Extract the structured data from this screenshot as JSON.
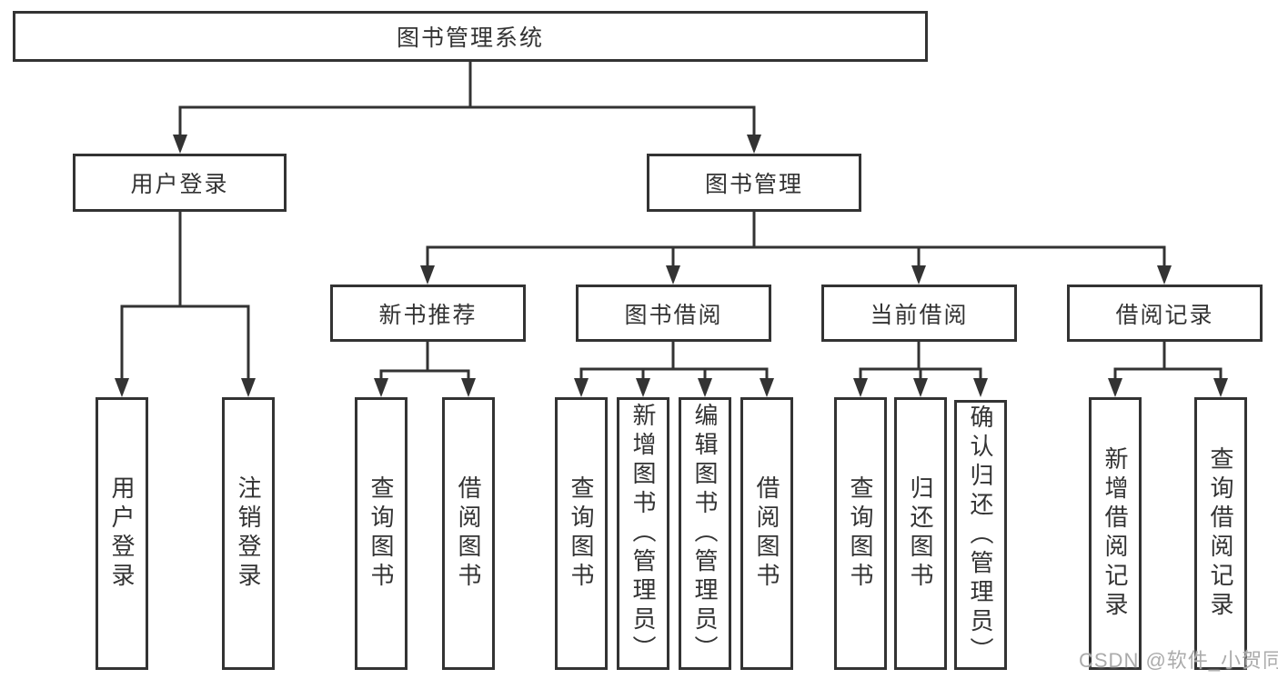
{
  "title": "图书管理系统",
  "tree": {
    "root": {
      "label": "图书管理系统"
    },
    "branches": [
      {
        "label": "用户登录",
        "children": [
          {
            "label": "用户登录"
          },
          {
            "label": "注销登录"
          }
        ]
      },
      {
        "label": "图书管理",
        "children": [
          {
            "label": "新书推荐",
            "children": [
              {
                "label": "查询图书"
              },
              {
                "label": "借阅图书"
              }
            ]
          },
          {
            "label": "图书借阅",
            "children": [
              {
                "label": "查询图书"
              },
              {
                "label": "新增图书（管理员）"
              },
              {
                "label": "编辑图书（管理员）"
              },
              {
                "label": "借阅图书"
              }
            ]
          },
          {
            "label": "当前借阅",
            "children": [
              {
                "label": "查询图书"
              },
              {
                "label": "归还图书"
              },
              {
                "label": "确认归还（管理员）"
              }
            ]
          },
          {
            "label": "借阅记录",
            "children": [
              {
                "label": "新增借阅记录"
              },
              {
                "label": "查询借阅记录"
              }
            ]
          }
        ]
      }
    ]
  },
  "watermark": {
    "text": "CSDN @软件_小贺同学"
  },
  "colors": {
    "line": "#333333",
    "box_border": "#333333",
    "box_fill": "#ffffff",
    "text": "#333333",
    "watermark": "#ababab",
    "background": "#ffffff"
  }
}
